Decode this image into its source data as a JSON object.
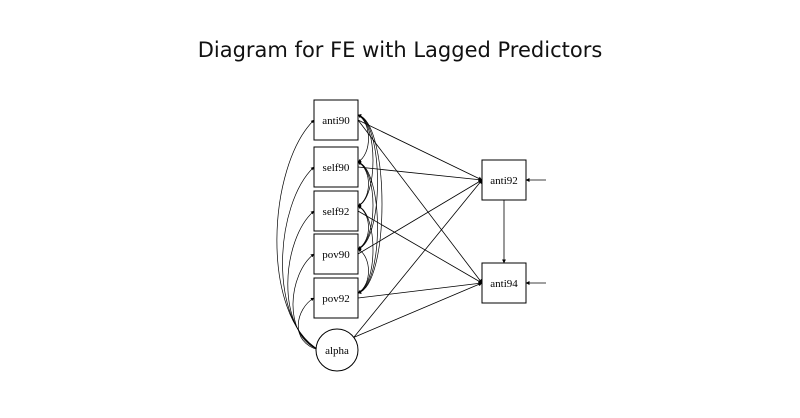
{
  "title": "Diagram for FE with Lagged Predictors",
  "nodes": [
    {
      "id": "anti90",
      "label": "anti90",
      "shape": "box"
    },
    {
      "id": "self90",
      "label": "self90",
      "shape": "box"
    },
    {
      "id": "self92",
      "label": "self92",
      "shape": "box"
    },
    {
      "id": "pov90",
      "label": "pov90",
      "shape": "box"
    },
    {
      "id": "pov92",
      "label": "pov92",
      "shape": "box"
    },
    {
      "id": "alpha",
      "label": "alpha",
      "shape": "circle"
    },
    {
      "id": "anti92",
      "label": "anti92",
      "shape": "box"
    },
    {
      "id": "anti94",
      "label": "anti94",
      "shape": "box"
    }
  ],
  "paths": [
    {
      "from": "anti90",
      "to": "anti92"
    },
    {
      "from": "self90",
      "to": "anti92"
    },
    {
      "from": "pov90",
      "to": "anti92"
    },
    {
      "from": "alpha",
      "to": "anti92"
    },
    {
      "from": "anti90",
      "to": "anti94"
    },
    {
      "from": "self92",
      "to": "anti94"
    },
    {
      "from": "pov92",
      "to": "anti94"
    },
    {
      "from": "alpha",
      "to": "anti94"
    },
    {
      "from": "anti92",
      "to": "anti94"
    }
  ],
  "covariances": [
    {
      "a": "anti90",
      "b": "self90"
    },
    {
      "a": "anti90",
      "b": "self92"
    },
    {
      "a": "anti90",
      "b": "pov90"
    },
    {
      "a": "anti90",
      "b": "pov92"
    },
    {
      "a": "self90",
      "b": "self92"
    },
    {
      "a": "self90",
      "b": "pov90"
    },
    {
      "a": "self90",
      "b": "pov92"
    },
    {
      "a": "self92",
      "b": "pov90"
    },
    {
      "a": "self92",
      "b": "pov92"
    },
    {
      "a": "pov90",
      "b": "pov92"
    },
    {
      "a": "alpha",
      "b": "anti90"
    },
    {
      "a": "alpha",
      "b": "self90"
    },
    {
      "a": "alpha",
      "b": "self92"
    },
    {
      "a": "alpha",
      "b": "pov90"
    },
    {
      "a": "alpha",
      "b": "pov92"
    }
  ],
  "disturbances": [
    {
      "to": "anti92"
    },
    {
      "to": "anti94"
    }
  ]
}
